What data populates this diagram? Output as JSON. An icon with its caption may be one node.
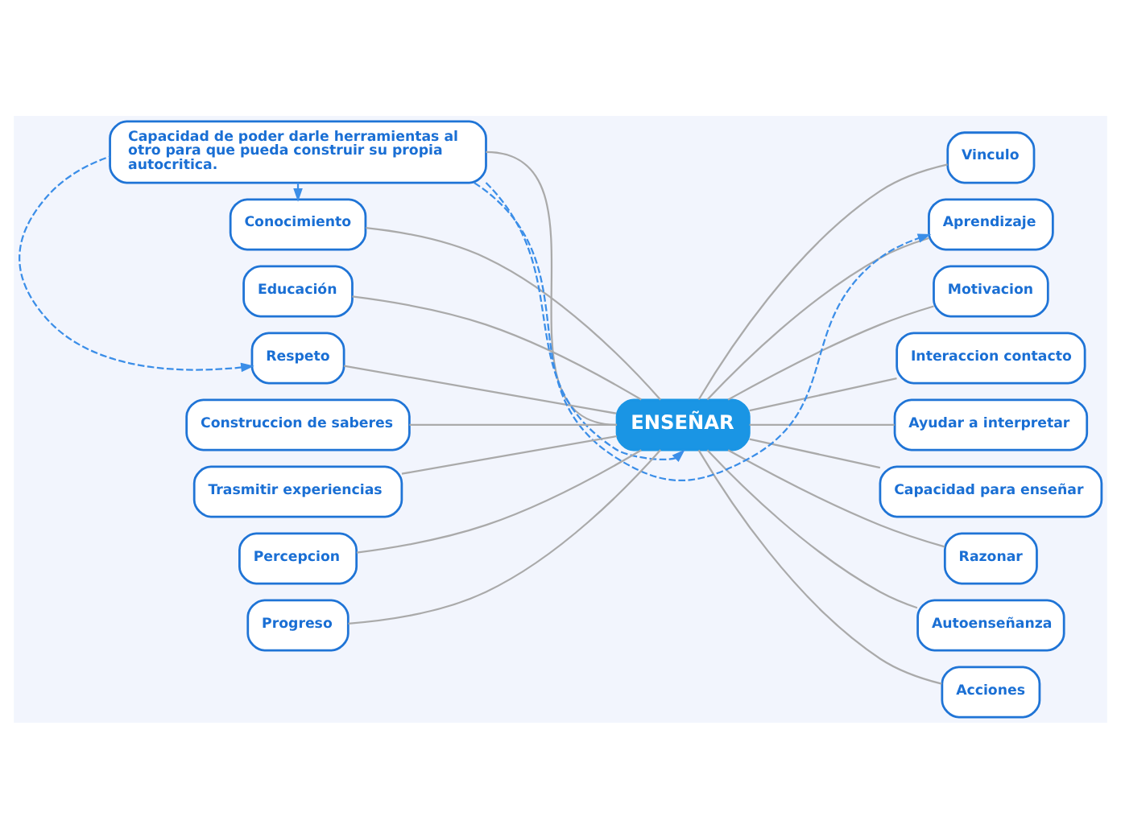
{
  "diagram": {
    "nodes": [
      {
        "text": [
          "ENSEÑAR"
        ]
      },
      {
        "text": [
          "Conocimiento"
        ]
      },
      {
        "text": [
          "Educación"
        ]
      },
      {
        "text": [
          "Respeto"
        ]
      },
      {
        "text": [
          "Capacidad de poder darle herramientas al otro para que pueda construir su propia autocritica."
        ]
      },
      {
        "text": [
          "Construccion de saberes"
        ]
      },
      {
        "text": [
          "Trasmitir experiencias"
        ]
      },
      {
        "text": [
          "Percepcion"
        ]
      },
      {
        "text": [
          "Progreso"
        ]
      },
      {
        "text": [
          "Vinculo"
        ]
      },
      {
        "text": [
          "Aprendizaje"
        ]
      },
      {
        "text": [
          "Motivacion"
        ]
      },
      {
        "text": [
          "Interaccion contacto"
        ]
      },
      {
        "text": [
          "Ayudar a interpretar"
        ]
      },
      {
        "text": [
          "Capacidad para enseñar"
        ]
      },
      {
        "text": [
          "Razonar"
        ]
      },
      {
        "text": [
          "Autoenseñanza"
        ]
      },
      {
        "text": [
          "Acciones"
        ]
      }
    ],
    "edges": [
      {
        "from": 0,
        "to": 1,
        "arrow": "none"
      },
      {
        "from": 0,
        "to": 2,
        "arrow": "none"
      },
      {
        "from": 0,
        "to": 3,
        "arrow": "none"
      },
      {
        "from": 0,
        "to": 4,
        "arrow": "none"
      },
      {
        "from": 0,
        "to": 5,
        "arrow": "none"
      },
      {
        "from": 0,
        "to": 6,
        "arrow": "none"
      },
      {
        "from": 0,
        "to": 7,
        "arrow": "none"
      },
      {
        "from": 0,
        "to": 8,
        "arrow": "none"
      },
      {
        "from": 0,
        "to": 9,
        "arrow": "none"
      },
      {
        "from": 0,
        "to": 10,
        "arrow": "none"
      },
      {
        "from": 0,
        "to": 11,
        "arrow": "none"
      },
      {
        "from": 0,
        "to": 12,
        "arrow": "none"
      },
      {
        "from": 0,
        "to": 13,
        "arrow": "none"
      },
      {
        "from": 0,
        "to": 14,
        "arrow": "none"
      },
      {
        "from": 0,
        "to": 15,
        "arrow": "none"
      },
      {
        "from": 0,
        "to": 16,
        "arrow": "none"
      },
      {
        "from": 0,
        "to": 17,
        "arrow": "none"
      },
      {
        "from": 4,
        "to": 1,
        "arrow": "to",
        "style": "dashed",
        "color": "#3b8ee8"
      },
      {
        "from": 4,
        "to": 3,
        "arrow": "to",
        "style": "dashed",
        "color": "#3b8ee8"
      },
      {
        "from": 4,
        "to": 10,
        "arrow": "to",
        "style": "dashed",
        "color": "#3b8ee8"
      },
      {
        "from": 4,
        "to": 0,
        "arrow": "to",
        "style": "dashed",
        "color": "#3b8ee8"
      }
    ]
  }
}
